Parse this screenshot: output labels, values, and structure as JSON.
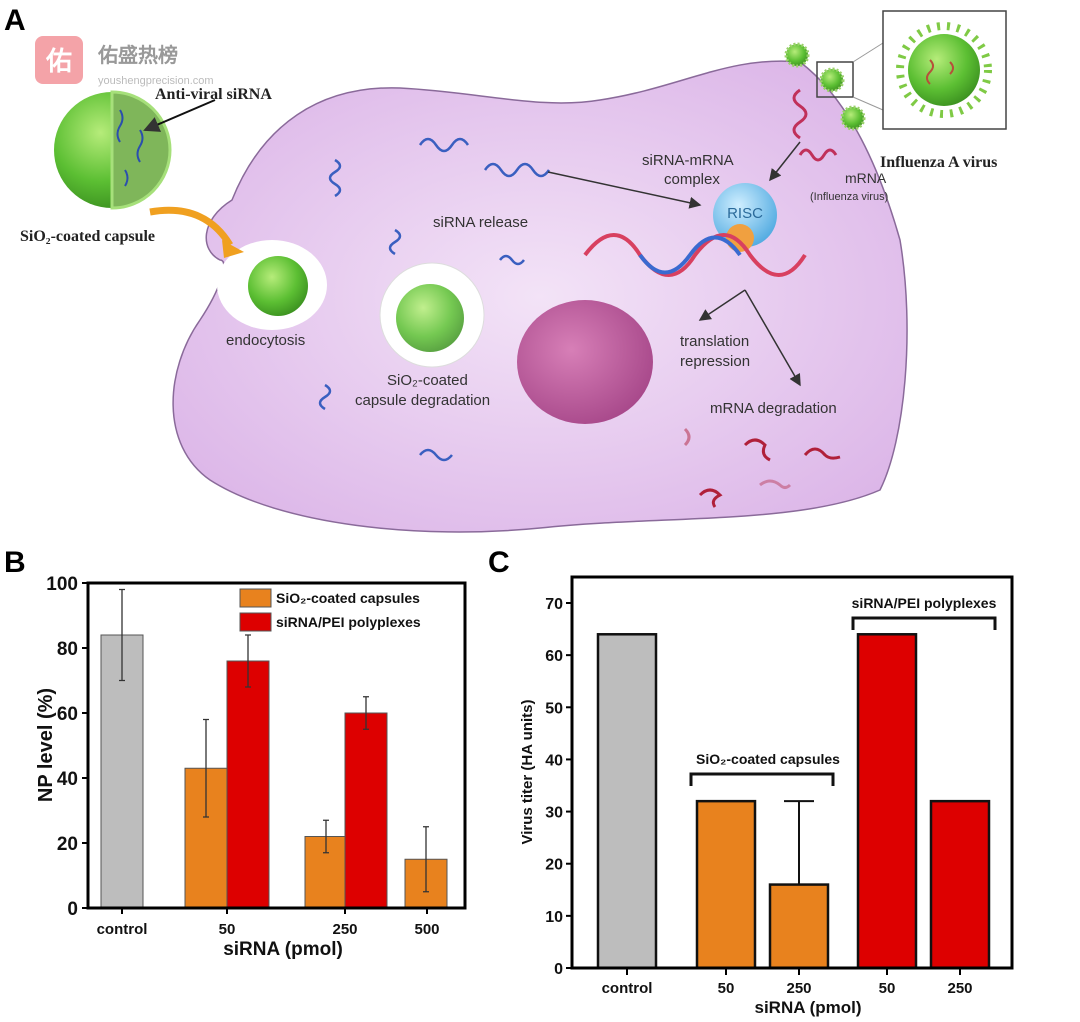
{
  "panels": {
    "a": "A",
    "b": "B",
    "c": "C"
  },
  "watermark": {
    "logo_char": "佑",
    "name": "佑盛热榜",
    "url": "youshengprecision.com"
  },
  "diagram": {
    "anti_viral_sirna": "Anti-viral siRNA",
    "capsule": "SiO₂-coated capsule",
    "endocytosis": "endocytosis",
    "sirna_release": "siRNA release",
    "degradation_1": "SiO₂-coated",
    "degradation_2": "capsule degradation",
    "complex_1": "siRNA-mRNA",
    "complex_2": "complex",
    "risc": "RISC",
    "mrna": "mRNA",
    "mrna_sub": "(Influenza virus)",
    "influenza": "Influenza A virus",
    "translation_1": "translation",
    "translation_2": "repression",
    "mrna_degradation": "mRNA degradation"
  },
  "colors": {
    "control": "#bdbdbd",
    "capsules": "#e8821e",
    "polyplexes": "#dd0000",
    "cell": "#e6c8ef"
  },
  "chart_data": [
    {
      "type": "bar",
      "title": "",
      "xlabel": "siRNA (pmol)",
      "ylabel": "NP level (%)",
      "ylim": [
        0,
        100
      ],
      "yticks": [
        "0",
        "20",
        "40",
        "60",
        "80",
        "100"
      ],
      "categories": [
        "control",
        "50",
        "250",
        "500"
      ],
      "legend": [
        "SiO₂-coated capsules",
        "siRNA/PEI polyplexes"
      ],
      "legend_position": "top-right",
      "series": [
        {
          "name": "control",
          "values": [
            84,
            null,
            null,
            null
          ],
          "errors": [
            14,
            null,
            null,
            null
          ]
        },
        {
          "name": "SiO₂-coated capsules",
          "values": [
            null,
            43,
            22,
            15
          ],
          "errors": [
            null,
            15,
            5,
            10
          ]
        },
        {
          "name": "siRNA/PEI polyplexes",
          "values": [
            null,
            76,
            60,
            null
          ],
          "errors": [
            null,
            8,
            5,
            null
          ]
        }
      ]
    },
    {
      "type": "bar",
      "title": "",
      "xlabel": "siRNA (pmol)",
      "ylabel": "Virus titer (HA units)",
      "ylim": [
        0,
        75
      ],
      "yticks": [
        "0",
        "10",
        "20",
        "30",
        "40",
        "50",
        "60",
        "70"
      ],
      "categories": [
        "control",
        "50",
        "250",
        "50",
        "250"
      ],
      "groups": [
        "SiO₂-coated capsules",
        "siRNA/PEI polyplexes"
      ],
      "values": [
        64,
        32,
        16,
        64,
        32
      ],
      "series_of_bar": [
        "control",
        "capsules",
        "capsules",
        "polyplexes",
        "polyplexes"
      ],
      "errors_upper": [
        0,
        0,
        16,
        0,
        0
      ]
    }
  ]
}
